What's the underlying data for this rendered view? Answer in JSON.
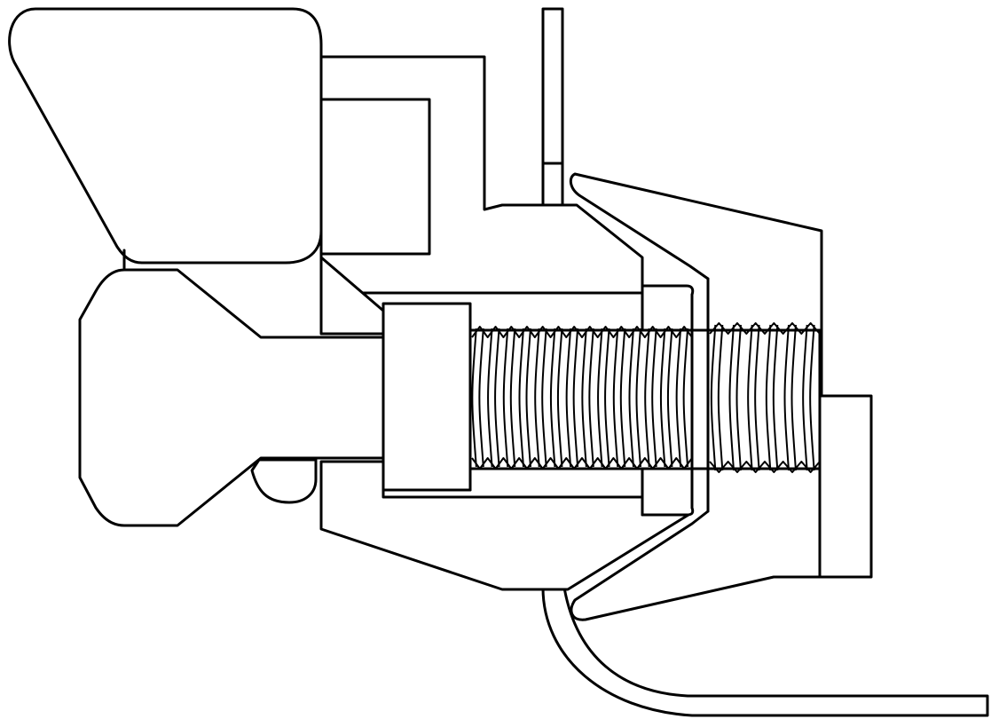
{
  "diagram": {
    "kind": "mechanical line drawing (cross-section of a clamp with wing nut, threaded screw and bracket)",
    "colors": {
      "stroke": "#000000",
      "background": "#ffffff"
    },
    "thread_crests_left_section": 14,
    "thread_crests_right_section": 6,
    "labels": []
  }
}
